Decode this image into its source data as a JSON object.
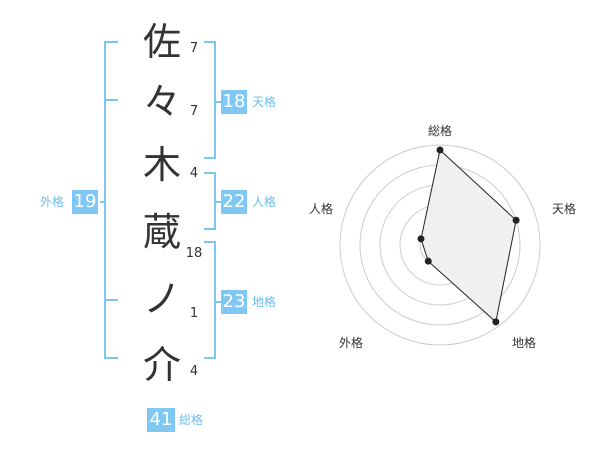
{
  "name": {
    "characters": [
      {
        "char": "佐",
        "strokes": "7"
      },
      {
        "char": "々",
        "strokes": "7"
      },
      {
        "char": "木",
        "strokes": "4"
      },
      {
        "char": "蔵",
        "strokes": "18"
      },
      {
        "char": "ノ",
        "strokes": "1"
      },
      {
        "char": "介",
        "strokes": "4"
      }
    ]
  },
  "kaku": {
    "tenkaku": {
      "value": "18",
      "label": "天格"
    },
    "jinkaku": {
      "value": "22",
      "label": "人格"
    },
    "chikaku": {
      "value": "23",
      "label": "地格"
    },
    "gaikaku": {
      "value": "19",
      "label": "外格"
    },
    "soukaku": {
      "value": "41",
      "label": "総格"
    }
  },
  "radar": {
    "labels": [
      "総格",
      "天格",
      "地格",
      "外格",
      "人格"
    ],
    "values_fraction": [
      0.95,
      0.8,
      0.95,
      0.2,
      0.2
    ],
    "colors": {
      "accent": "#80c8f4",
      "line": "#222222",
      "fill": "#f0f0f0",
      "grid": "#cccccc"
    }
  }
}
